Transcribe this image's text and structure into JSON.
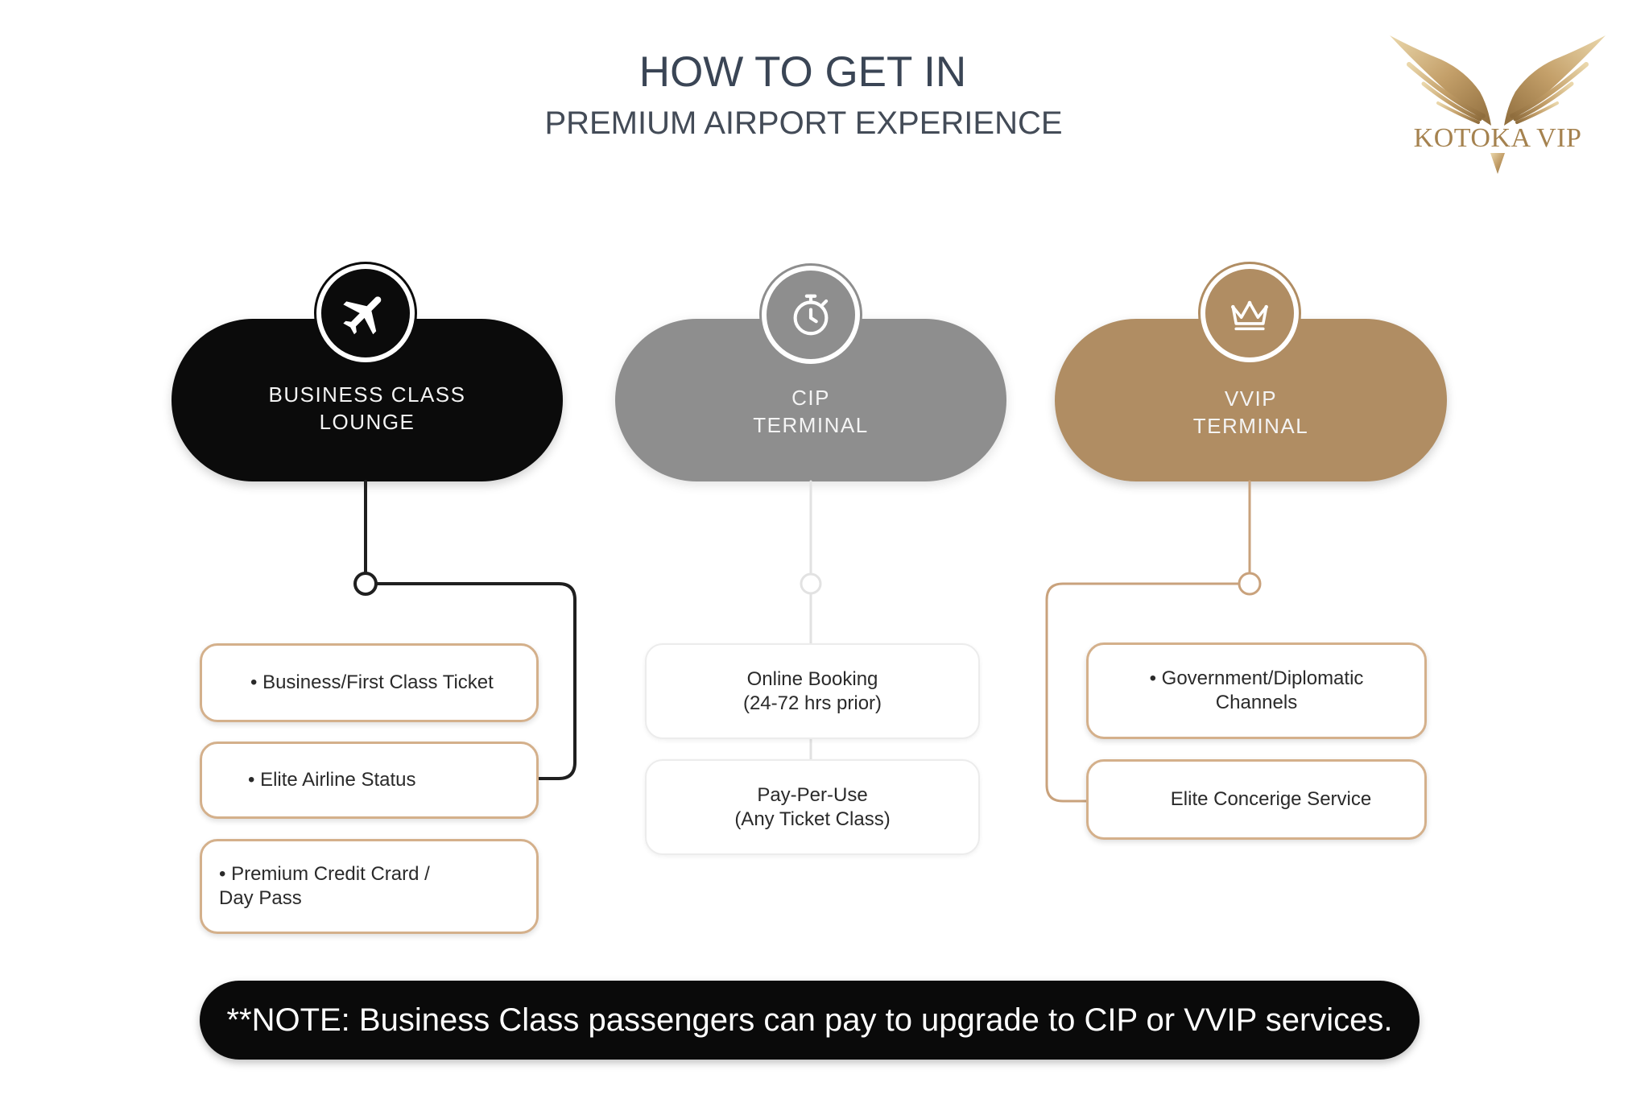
{
  "header": {
    "title": "HOW TO GET IN",
    "subtitle": "PREMIUM AIRPORT EXPERIENCE"
  },
  "logo": {
    "text": "KOTOKA VIP",
    "icon": "wings-icon",
    "color": "#a5824f"
  },
  "columns": [
    {
      "title": [
        "BUSINESS CLASS",
        "LOUNGE"
      ],
      "icon": "airplane-icon",
      "color": "#0b0b0b",
      "connector_color": "#1f1f1f",
      "items": [
        {
          "lines": [
            "• Business/First Class Ticket"
          ]
        },
        {
          "lines": [
            "• Elite Airline Status"
          ]
        },
        {
          "lines": [
            "• Premium Credit Crard /",
            "Day Pass"
          ]
        }
      ]
    },
    {
      "title": [
        "CIP",
        "TERMINAL"
      ],
      "icon": "stopwatch-icon",
      "color": "#8e8e8e",
      "connector_color": "#e2e2e2",
      "items": [
        {
          "lines": [
            "Online Booking",
            "(24-72 hrs prior)"
          ]
        },
        {
          "lines": [
            "Pay-Per-Use",
            "(Any Ticket Class)"
          ]
        }
      ]
    },
    {
      "title": [
        "VVIP",
        "TERMINAL"
      ],
      "icon": "crown-icon",
      "color": "#b08d63",
      "connector_color": "#c9a27c",
      "items": [
        {
          "lines": [
            "• Government/Diplomatic",
            "Channels"
          ]
        },
        {
          "lines": [
            "Elite Concerige Service"
          ]
        }
      ]
    }
  ],
  "item_border_color": "#d4b08b",
  "note": "**NOTE: Business Class passengers can pay to upgrade to CIP or VVIP services."
}
